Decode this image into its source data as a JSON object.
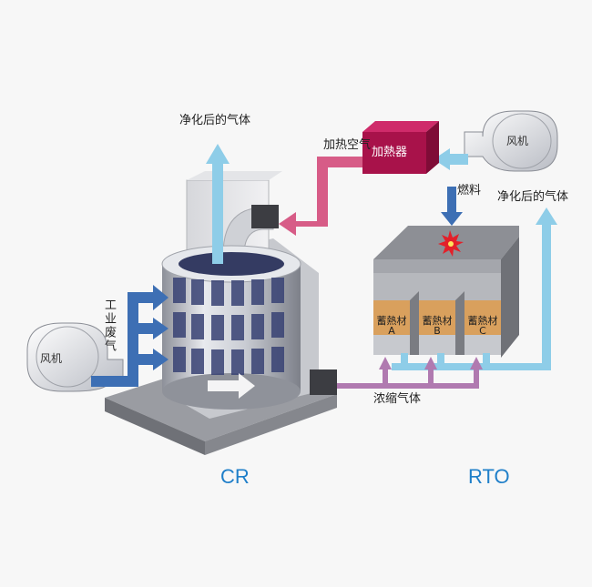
{
  "labels": {
    "cr_outlet": "净化后的气体",
    "rto_outlet": "净化后的气体",
    "heating_air": "加热空气",
    "heater": "加熱器",
    "fan_top": "风机",
    "fan_left": "风机",
    "fuel": "燃料",
    "industrial_exhaust": "工业废气",
    "concentrated_gas": "浓缩气体",
    "cr_title": "CR",
    "rto_title": "RTO"
  },
  "beds": [
    {
      "name": "蓄熱材",
      "id": "A"
    },
    {
      "name": "蓄熱材",
      "id": "B"
    },
    {
      "name": "蓄熱材",
      "id": "C"
    }
  ],
  "colors": {
    "clean_arrow": "#8ecde8",
    "exhaust_arrow": "#3d6fb4",
    "heating_arrow": "#d75c87",
    "concentrated_arrow": "#b07ab0",
    "heater_box": "#a8124a",
    "bed_band": "#d9a05d",
    "title_blue": "#1f7fc9"
  }
}
